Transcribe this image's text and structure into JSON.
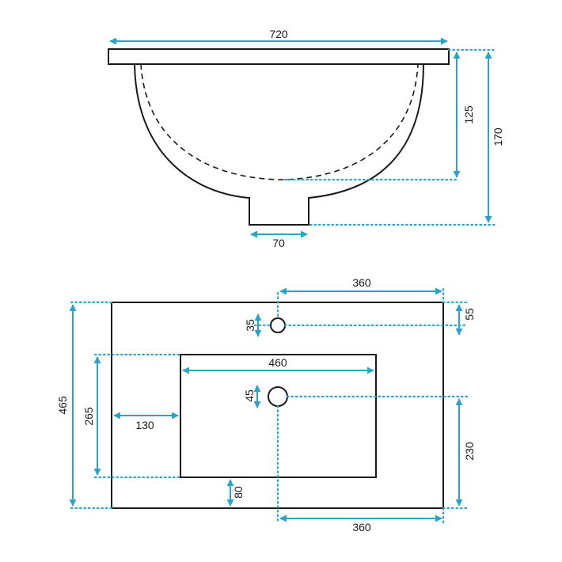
{
  "colors": {
    "dimension": "#2aa3c8",
    "outline": "#1a1a1a",
    "background": "#ffffff"
  },
  "side_view": {
    "overall_width": "720",
    "inner_depth": "125",
    "total_height": "170",
    "drain_width": "70"
  },
  "top_view": {
    "tap_offset_top": "360",
    "tap_hole_diameter": "35",
    "tap_hole_edge_distance": "55",
    "basin_width": "460",
    "drain_hole_diameter": "45",
    "overall_depth": "465",
    "basin_depth": "265",
    "basin_left_margin": "130",
    "drain_from_bottom": "230",
    "basin_bottom_margin": "80",
    "drain_offset_bottom": "360"
  }
}
